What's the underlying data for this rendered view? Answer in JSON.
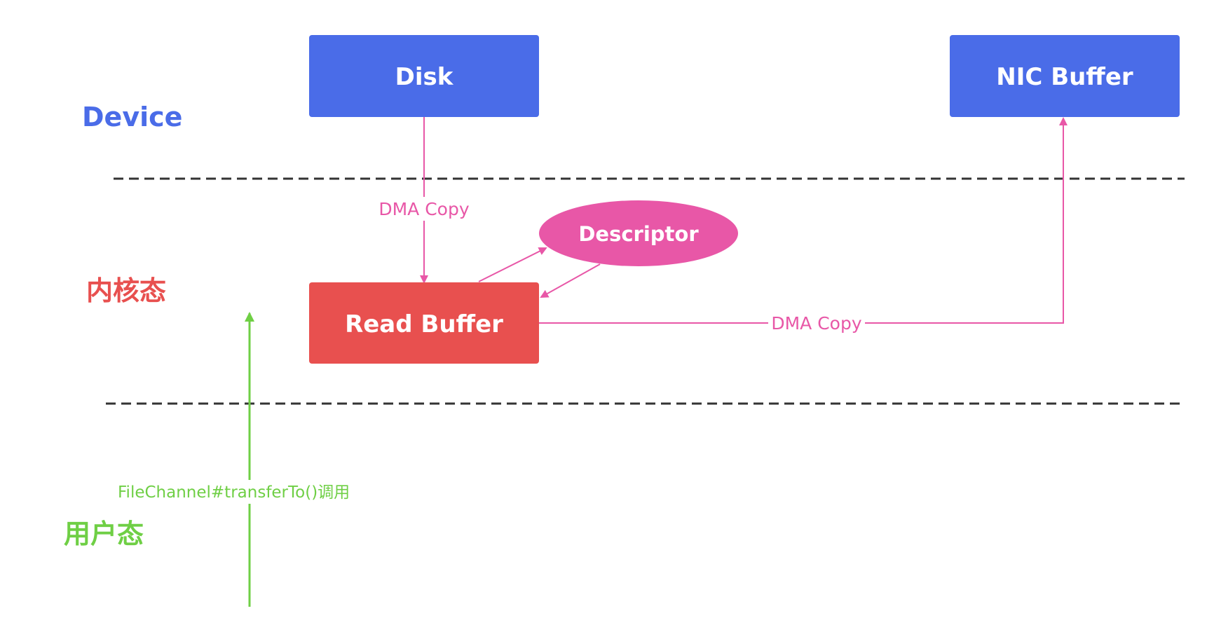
{
  "colors": {
    "device": "#4a6ce8",
    "kernel": "#e8504f",
    "user": "#6fcf45",
    "arrow": "#e857a7",
    "descriptor": "#e857a7",
    "divider": "#333333",
    "box_text": "#ffffff"
  },
  "zones": {
    "device": "Device",
    "kernel": "内核态",
    "user": "用户态"
  },
  "nodes": {
    "disk": "Disk",
    "nic_buffer": "NIC Buffer",
    "read_buffer": "Read Buffer",
    "descriptor": "Descriptor"
  },
  "edges": {
    "disk_to_read_buffer": "DMA Copy",
    "read_buffer_to_nic": "DMA Copy",
    "user_call": "FileChannel#transferTo()调用"
  }
}
